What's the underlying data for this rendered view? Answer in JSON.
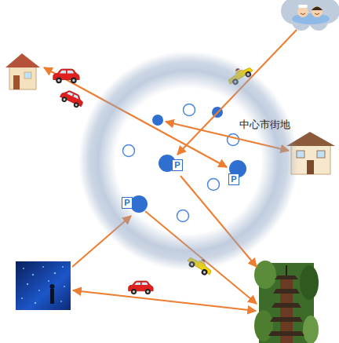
{
  "diagram": {
    "nodes": [
      {
        "text": [
          "中心市街地"
        ]
      },
      {
        "text": [
          "P"
        ],
        "in": 0
      },
      {
        "text": [
          "P"
        ],
        "in": 0
      },
      {
        "text": [
          "P"
        ],
        "in": 0
      }
    ]
  }
}
